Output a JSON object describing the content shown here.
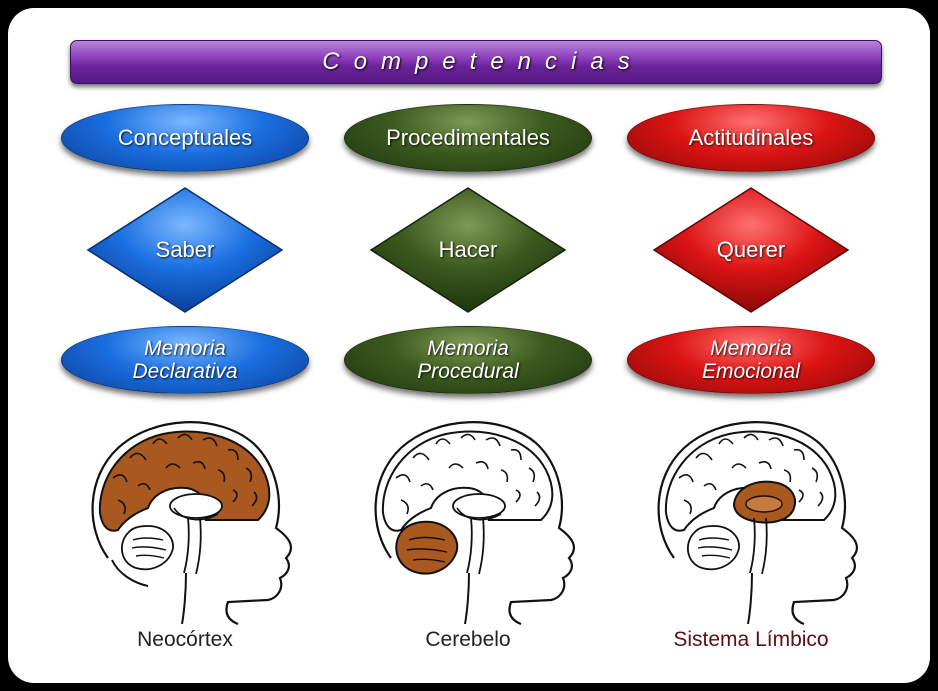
{
  "title": "Competencias",
  "columns": [
    {
      "category": "Conceptuales",
      "verb": "Saber",
      "memory_line1": "Memoria",
      "memory_line2": "Declarativa",
      "brain_region": "Neocórtex"
    },
    {
      "category": "Procedimentales",
      "verb": "Hacer",
      "memory_line1": "Memoria",
      "memory_line2": "Procedural",
      "brain_region": "Cerebelo"
    },
    {
      "category": "Actitudinales",
      "verb": "Querer",
      "memory_line1": "Memoria",
      "memory_line2": "Emocional",
      "brain_region": "Sistema Límbico"
    }
  ],
  "colors": {
    "blue": "#1b6fe0",
    "green": "#3b5a1e",
    "red": "#dc1414",
    "purple": "#7a2fae",
    "highlight": "#a9581f"
  },
  "icons": [
    "brain-neocortex-icon",
    "brain-cerebellum-icon",
    "brain-limbic-icon"
  ]
}
